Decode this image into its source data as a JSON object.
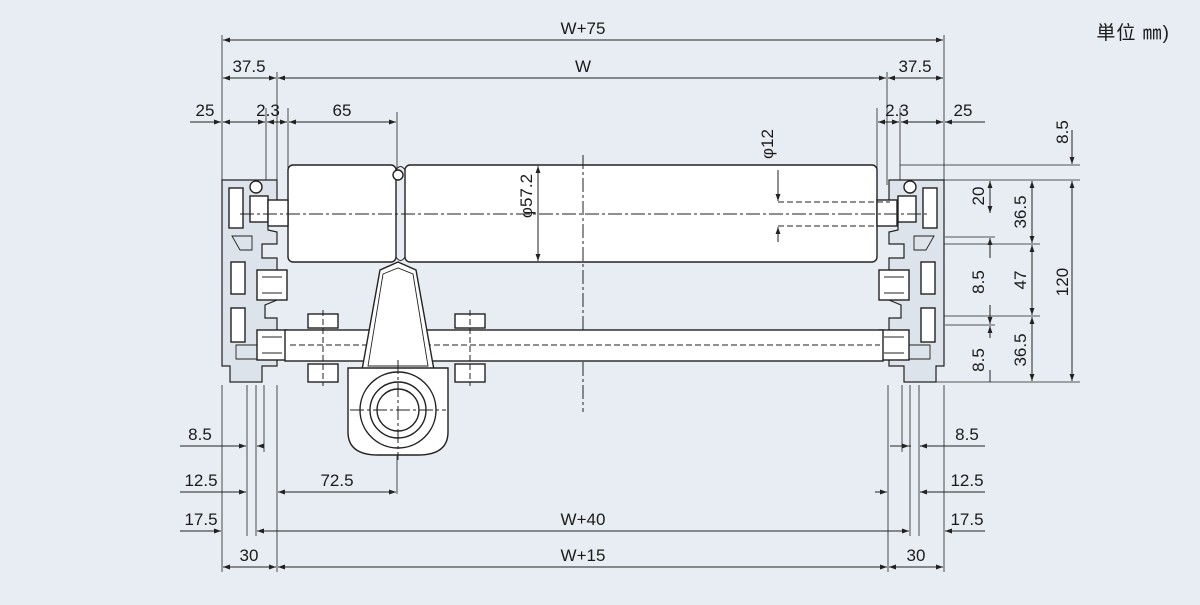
{
  "unit_label": "単位 ㎜)",
  "dimensions": {
    "overall_width": "W+75",
    "end_left": "37.5",
    "end_right": "37.5",
    "roller_width": "W",
    "left_25": "25",
    "left_2_3": "2.3",
    "left_65": "65",
    "right_2_3": "2.3",
    "right_25": "25",
    "shaft_dia": "φ12",
    "roller_dia": "φ57.2",
    "top_8_5": "8.5",
    "r_20": "20",
    "r_36_5_top": "36.5",
    "r_8_5_mid": "8.5",
    "r_47": "47",
    "r_120": "120",
    "r_8_5_bottom": "8.5",
    "r_36_5_bottom": "36.5",
    "b_left_8_5": "8.5",
    "b_right_8_5": "8.5",
    "b_left_12_5": "12.5",
    "b_72_5": "72.5",
    "b_right_12_5": "12.5",
    "b_left_17_5": "17.5",
    "b_w40": "W+40",
    "b_right_17_5": "17.5",
    "b_left_30": "30",
    "b_w15": "W+15",
    "b_right_30": "30"
  },
  "colors": {
    "background": "#e8edf3",
    "line": "#222222"
  }
}
